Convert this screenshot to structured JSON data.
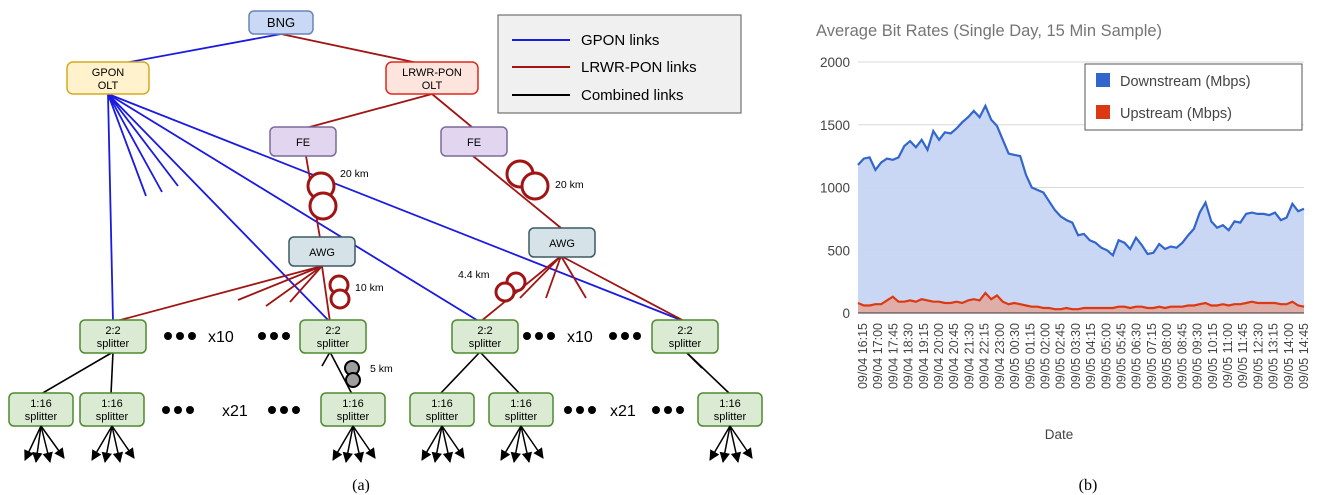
{
  "diagram": {
    "nodes": {
      "bng": "BNG",
      "gpon_olt": [
        "GPON",
        "OLT"
      ],
      "lrwr_olt": [
        "LRWR-PON",
        "OLT"
      ],
      "fe": "FE",
      "awg": "AWG",
      "splitter22": [
        "2:2",
        "splitter"
      ],
      "splitter116": [
        "1:16",
        "splitter"
      ]
    },
    "distance_labels": {
      "fe_left": "20 km",
      "fe_right": "20 km",
      "awg_left": "10 km",
      "awg_right": "4.4 km",
      "splitter": "5 km"
    },
    "multipliers": {
      "x10": "x10",
      "x21": "x21"
    },
    "legend": {
      "gpon": "GPON links",
      "lrwr": "LRWR-PON links",
      "combined": "Combined  links"
    },
    "colors": {
      "gpon": "#1a1ae0",
      "lrwr": "#a01414",
      "combined": "#000000",
      "bng_fill": "#c9d9f5",
      "bng_stroke": "#6b84b3",
      "olt_gpon_fill": "#fff2cc",
      "olt_gpon_stroke": "#d6a923",
      "olt_lrwr_fill": "#fde4dc",
      "olt_lrwr_stroke": "#e0281b",
      "fe_fill": "#e1d5ef",
      "fe_stroke": "#7c6a9c",
      "awg_fill": "#d5e3e8",
      "awg_stroke": "#3c5a63",
      "splitter_fill": "#dbead3",
      "splitter_stroke": "#4d8a2e"
    },
    "caption": "(a)"
  },
  "chart_data": {
    "type": "area",
    "title": "Average Bit Rates (Single Day, 15 Min Sample)",
    "xlabel": "Date",
    "ylabel": "",
    "ylim": [
      0,
      2000
    ],
    "yticks": [
      "2000",
      "1500",
      "1000",
      "500",
      "0"
    ],
    "xticks": [
      "09/04 16:15",
      "09/04 17:00",
      "09/04 17:45",
      "09/04 18:30",
      "09/04 19:15",
      "09/04 20:00",
      "09/04 20:45",
      "09/04 21:30",
      "09/04 22:15",
      "09/04 23:00",
      "09/05 00:30",
      "09/05 01:15",
      "09/05 02:00",
      "09/05 02:45",
      "09/05 03:30",
      "09/05 04:15",
      "09/05 05:00",
      "09/05 05:45",
      "09/05 06:30",
      "09/05 07:15",
      "09/05 08:00",
      "09/05 08:45",
      "09/05 09:30",
      "09/05 10:15",
      "09/05 11:00",
      "09/05 11:45",
      "09/05 12:30",
      "09/05 13:15",
      "09/05 14:00",
      "09/05 14:45"
    ],
    "grid": true,
    "legend_position": "top-right",
    "series": [
      {
        "name": "Downstream (Mbps)",
        "color": "#3366cc",
        "fill": "#c6d5f3",
        "values": [
          1180,
          1230,
          1240,
          1140,
          1200,
          1230,
          1220,
          1240,
          1330,
          1370,
          1320,
          1380,
          1300,
          1450,
          1380,
          1440,
          1430,
          1470,
          1520,
          1560,
          1610,
          1560,
          1650,
          1540,
          1490,
          1380,
          1270,
          1260,
          1250,
          1100,
          1000,
          980,
          960,
          890,
          820,
          770,
          740,
          720,
          620,
          630,
          580,
          560,
          520,
          500,
          460,
          580,
          560,
          510,
          600,
          540,
          470,
          480,
          550,
          510,
          530,
          520,
          560,
          620,
          670,
          800,
          880,
          730,
          680,
          700,
          660,
          730,
          720,
          790,
          800,
          790,
          790,
          780,
          800,
          740,
          760,
          870,
          810,
          830
        ]
      },
      {
        "name": "Upstream (Mbps)",
        "color": "#dc3912",
        "fill": "#e1aca3",
        "values": [
          80,
          60,
          60,
          70,
          70,
          100,
          130,
          90,
          90,
          100,
          90,
          110,
          100,
          90,
          90,
          80,
          80,
          90,
          80,
          100,
          110,
          100,
          160,
          110,
          140,
          90,
          70,
          80,
          70,
          60,
          50,
          50,
          40,
          40,
          30,
          30,
          40,
          30,
          30,
          40,
          40,
          40,
          40,
          40,
          40,
          50,
          50,
          40,
          50,
          50,
          40,
          40,
          50,
          40,
          50,
          50,
          50,
          60,
          60,
          70,
          80,
          60,
          60,
          70,
          60,
          70,
          70,
          80,
          90,
          80,
          80,
          80,
          80,
          70,
          70,
          90,
          60,
          50
        ]
      }
    ],
    "caption": "(b)"
  }
}
